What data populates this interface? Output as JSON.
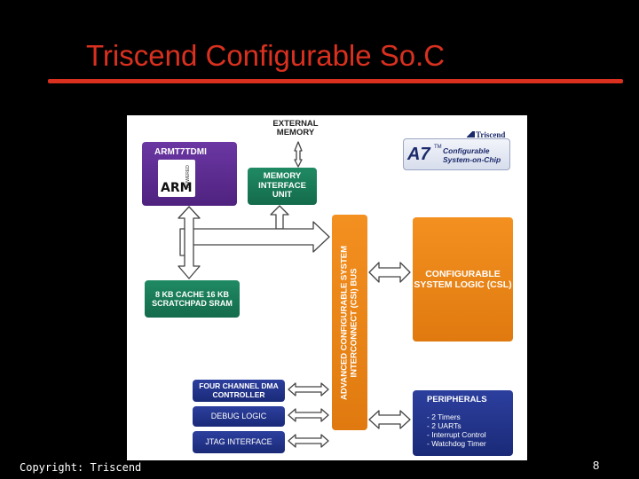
{
  "title": "Triscend Configurable So.C",
  "footer": {
    "copyright": "Copyright: Triscend",
    "page_number": "8"
  },
  "diagram": {
    "external_memory": "EXTERNAL MEMORY",
    "arm_block": {
      "label": "ARMT7TDMI",
      "logo_text": "ARM",
      "logo_sub": "POWERED"
    },
    "memory_interface_unit": "MEMORY INTERFACE UNIT",
    "cache": "8 KB CACHE 16 KB SCRATCHPAD SRAM",
    "csi_bus": "ADVANCED CONFIGURABLE SYSTEM INTERCONNECT (CSI) BUS",
    "csl": "CONFIGURABLE SYSTEM LOGIC (CSL)",
    "dma": "FOUR CHANNEL DMA CONTROLLER",
    "debug": "DEBUG LOGIC",
    "jtag": "JTAG INTERFACE",
    "peripherals": {
      "title": "PERIPHERALS",
      "items": [
        "- 2 Timers",
        "- 2 UARTs",
        "- Interrupt Control",
        "- Watchdog Timer"
      ]
    },
    "a7_badge": {
      "name": "A7",
      "tm": "TM",
      "line1": "Configurable",
      "line2": "System-on-Chip"
    },
    "brand_logo": "Triscend"
  },
  "colors": {
    "title": "#d9301f",
    "green": "#1f8a63",
    "navy": "#2c3f9e",
    "orange": "#f39020",
    "purple": "#6b37a3"
  }
}
